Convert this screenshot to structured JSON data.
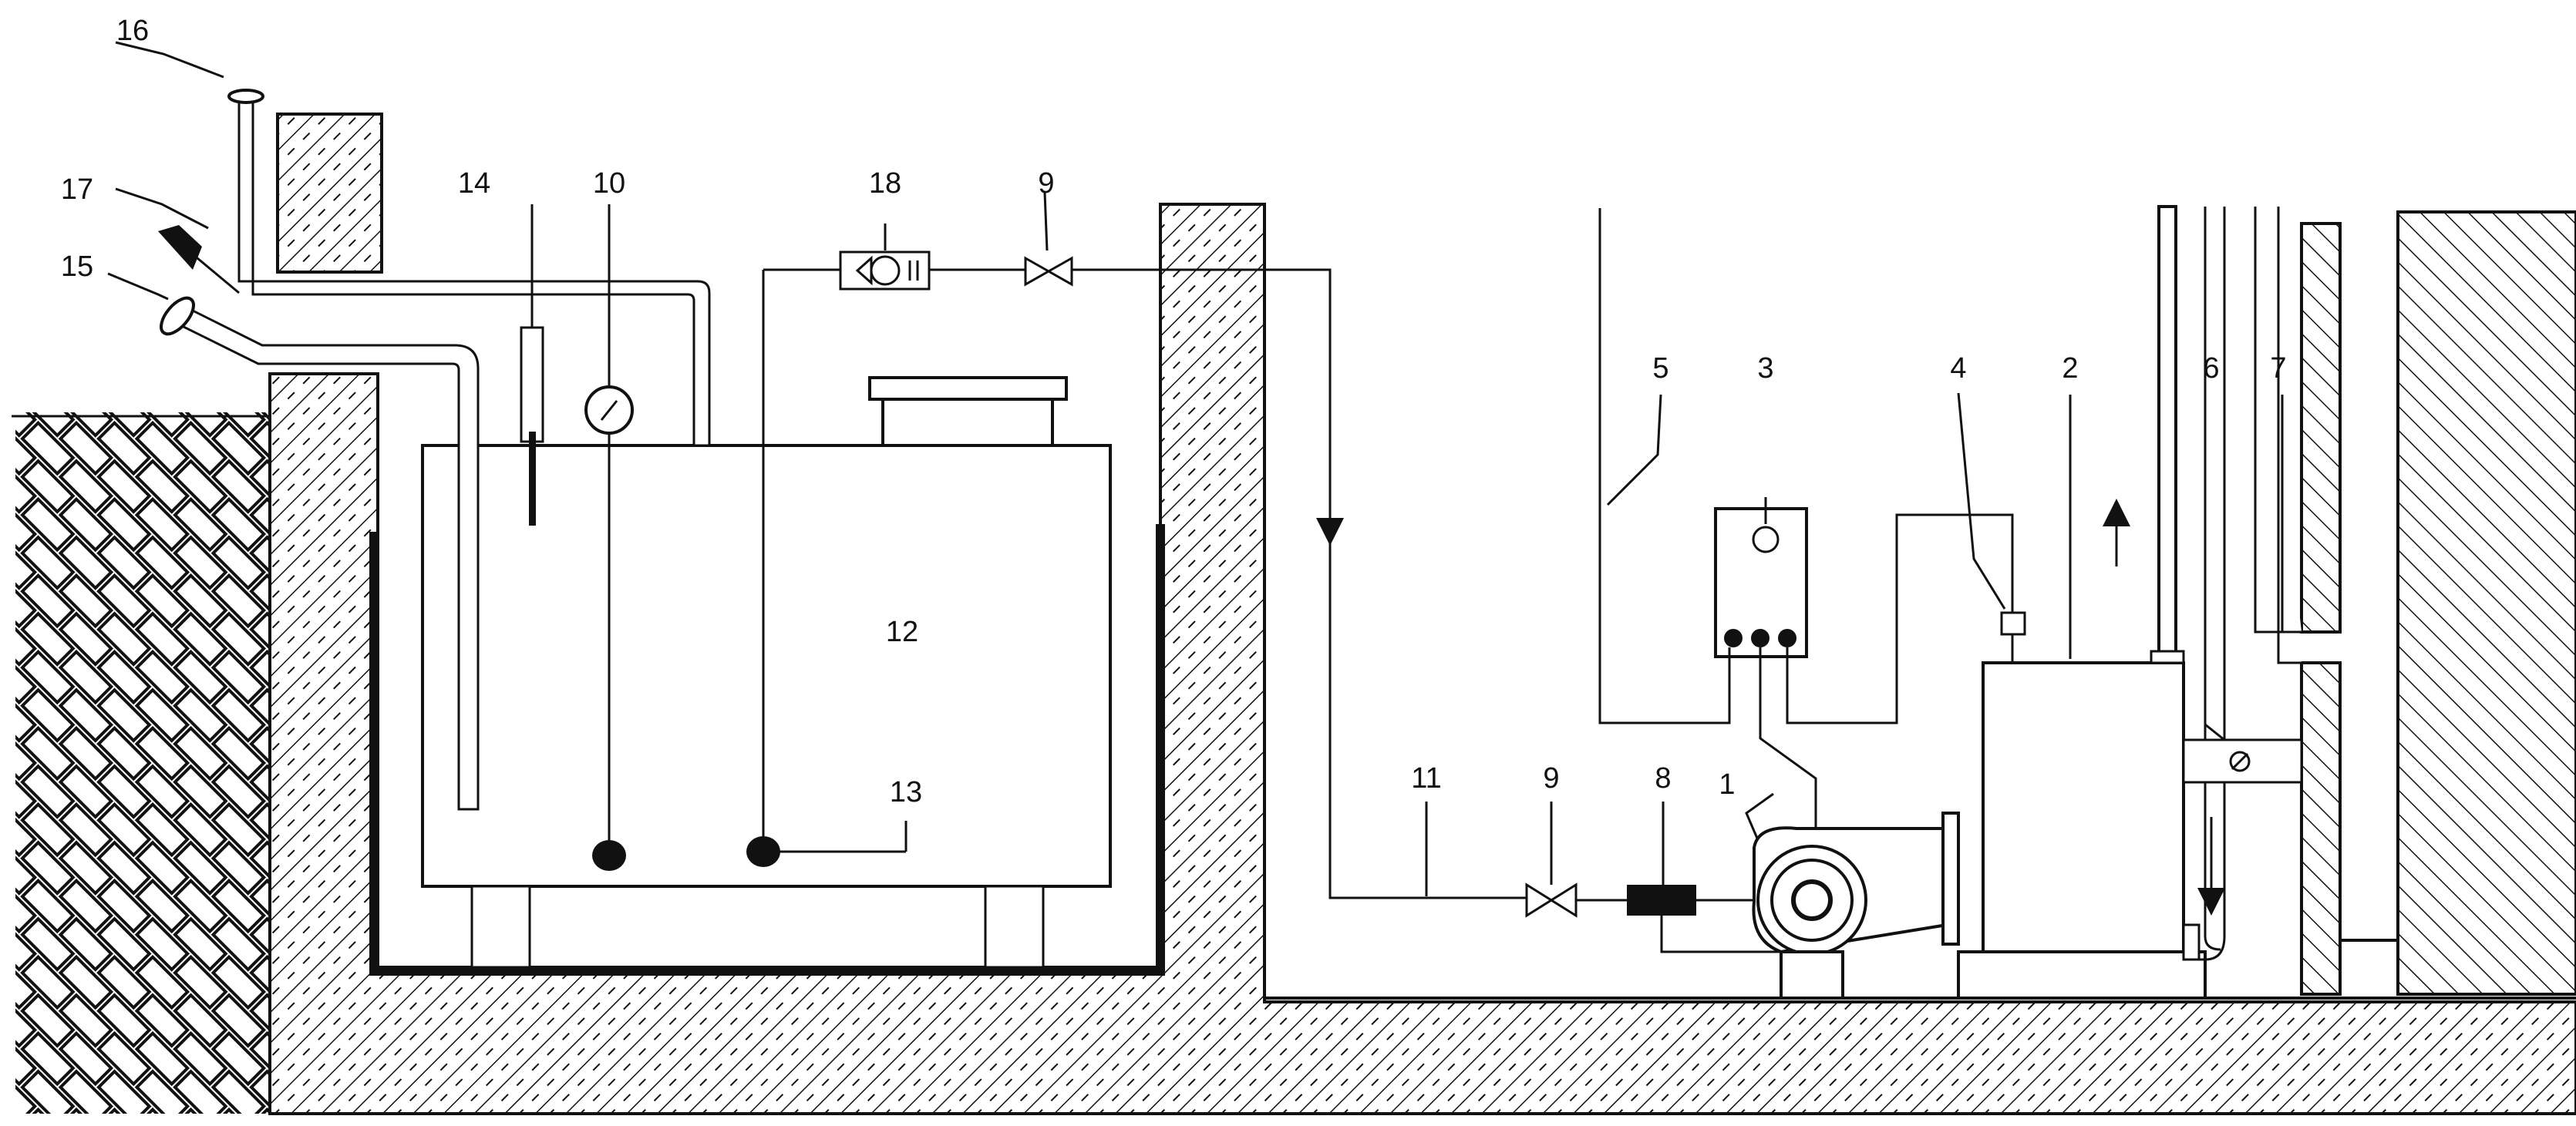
{
  "diagram": {
    "callouts": [
      {
        "id": "c1",
        "text": "1"
      },
      {
        "id": "c2",
        "text": "2"
      },
      {
        "id": "c3",
        "text": "3"
      },
      {
        "id": "c4",
        "text": "4"
      },
      {
        "id": "c5",
        "text": "5"
      },
      {
        "id": "c6",
        "text": "6"
      },
      {
        "id": "c7",
        "text": "7"
      },
      {
        "id": "c8",
        "text": "8"
      },
      {
        "id": "c9a",
        "text": "9"
      },
      {
        "id": "c9b",
        "text": "9"
      },
      {
        "id": "c10",
        "text": "10"
      },
      {
        "id": "c11",
        "text": "11"
      },
      {
        "id": "c12",
        "text": "12"
      },
      {
        "id": "c13",
        "text": "13"
      },
      {
        "id": "c14",
        "text": "14"
      },
      {
        "id": "c15",
        "text": "15"
      },
      {
        "id": "c16",
        "text": "16"
      },
      {
        "id": "c17",
        "text": "17"
      },
      {
        "id": "c18",
        "text": "18"
      }
    ],
    "colors": {
      "ink": "#111111",
      "paper": "#ffffff"
    }
  }
}
